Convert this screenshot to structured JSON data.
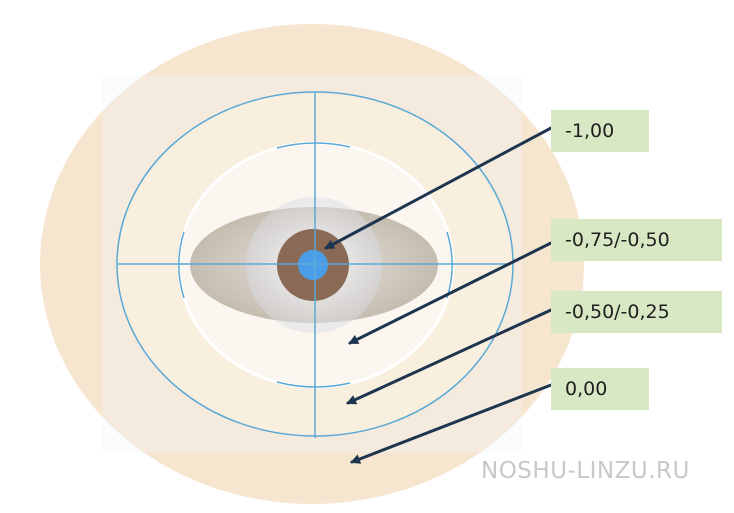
{
  "zones": [
    {
      "label": "-1,00",
      "icon": "center-zone"
    },
    {
      "label": "-0,75/-0,50",
      "icon": "inner-zone"
    },
    {
      "label": "-0,50/-0,25",
      "icon": "middle-zone"
    },
    {
      "label": "0,00",
      "icon": "outer-zone"
    }
  ],
  "watermark": "NOSHU-LINZU.RU",
  "colors": {
    "outer_lens": "#f7e6cf",
    "background_square": "#eef3f8",
    "middle_zone": "#f8efdf",
    "inner_zone": "#fbf7f0",
    "eye": "#c9c0b4",
    "iris": "#8a6a55",
    "pupil": "#4a9ee8",
    "guide_lines": "#5aa9d6",
    "arrows": "#1e3550",
    "callout_bg": "#d9e8c4"
  }
}
